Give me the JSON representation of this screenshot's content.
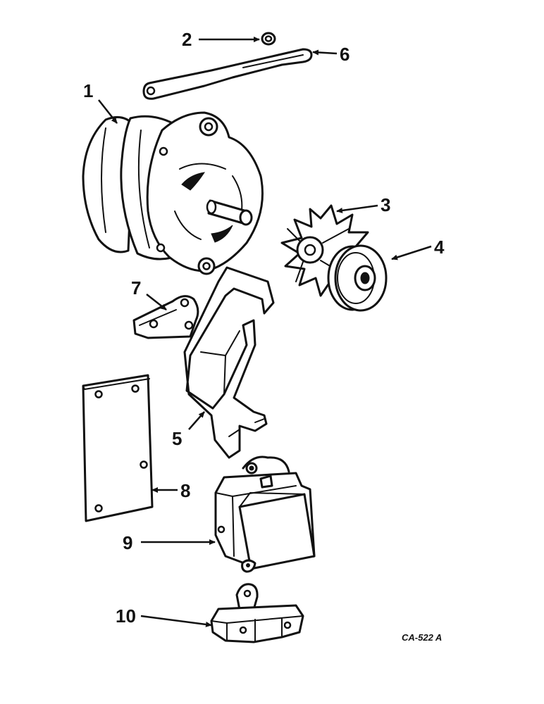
{
  "callouts": {
    "c1": "1",
    "c2": "2",
    "c3": "3",
    "c4": "4",
    "c5": "5",
    "c6": "6",
    "c7": "7",
    "c8": "8",
    "c9": "9",
    "c10": "10"
  },
  "reference_code": "CA-522 A",
  "colors": {
    "ink": "#111111",
    "paper": "#ffffff"
  }
}
